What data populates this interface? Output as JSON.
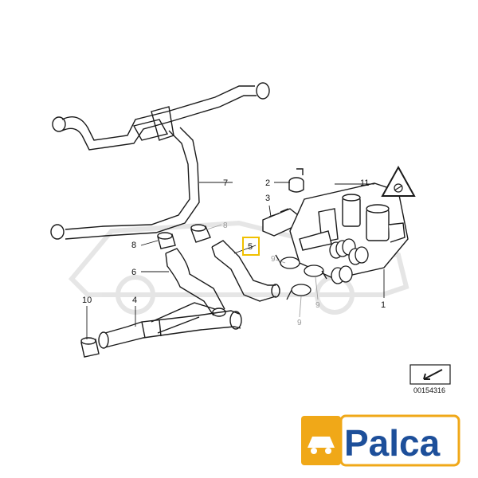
{
  "diagram": {
    "callouts": [
      {
        "id": "c1",
        "text": "1"
      },
      {
        "id": "c2",
        "text": "2"
      },
      {
        "id": "c3",
        "text": "3"
      },
      {
        "id": "c4",
        "text": "4"
      },
      {
        "id": "c5",
        "text": "5",
        "highlight": true
      },
      {
        "id": "c6",
        "text": "6"
      },
      {
        "id": "c7",
        "text": "7"
      },
      {
        "id": "c8",
        "text": "8"
      },
      {
        "id": "c10",
        "text": "10"
      },
      {
        "id": "c11",
        "text": "11"
      }
    ],
    "sublabels": [
      {
        "id": "s9a",
        "text": "9"
      },
      {
        "id": "s9b",
        "text": "9"
      },
      {
        "id": "s8b",
        "text": "8"
      },
      {
        "id": "s9c",
        "text": "9"
      }
    ],
    "part_code": "00154316"
  },
  "brand": {
    "logo_text": "Palca",
    "accent_color": "#f0a818",
    "text_color": "#1d4f9a"
  },
  "colors": {
    "line": "#1a1a1a",
    "highlight_box": "#f0c000",
    "watermark": "#dddddd"
  },
  "icons": [
    "warning-triangle-icon",
    "corner-arrow-icon",
    "car-icon"
  ]
}
